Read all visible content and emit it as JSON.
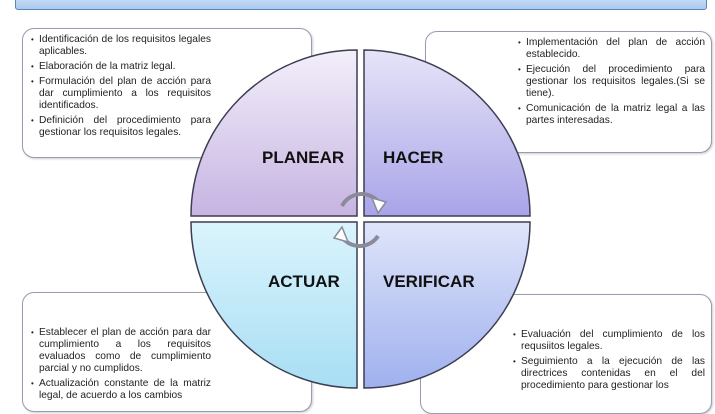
{
  "quadrants": {
    "plan": {
      "label": "PLANEAR",
      "color": "#c6b4e2",
      "items": [
        "Identificación de los requisitos legales aplicables.",
        "Elaboración de la matriz legal.",
        "Formulación del plan de acción para dar cumplimiento a los requisitos identificados.",
        "Definición del procedimiento para gestionar los requisitos legales."
      ]
    },
    "do": {
      "label": "HACER",
      "color": "#a9a4e8",
      "items": [
        "Implementación del plan de acción establecido.",
        "Ejecución del procedimiento para gestionar los requisitos legales.(Si se tiene).",
        "Comunicación de la matriz legal a las partes interesadas."
      ]
    },
    "act": {
      "label": "ACTUAR",
      "color": "#b4e6f8",
      "items": [
        "Establecer el plan de acción para dar cumplimiento a los requisitos evaluados como de cumplimiento parcial y no cumplidos.",
        "Actualización constante de la matriz legal, de acuerdo a los cambios"
      ]
    },
    "check": {
      "label": "VERIFICAR",
      "color": "#a8b6f0",
      "items": [
        "Evaluación del cumplimiento de los requsiitos legales.",
        "Seguimiento a la ejecución de las directrices contenidas en el del procedimiento para gestionar los"
      ]
    }
  }
}
